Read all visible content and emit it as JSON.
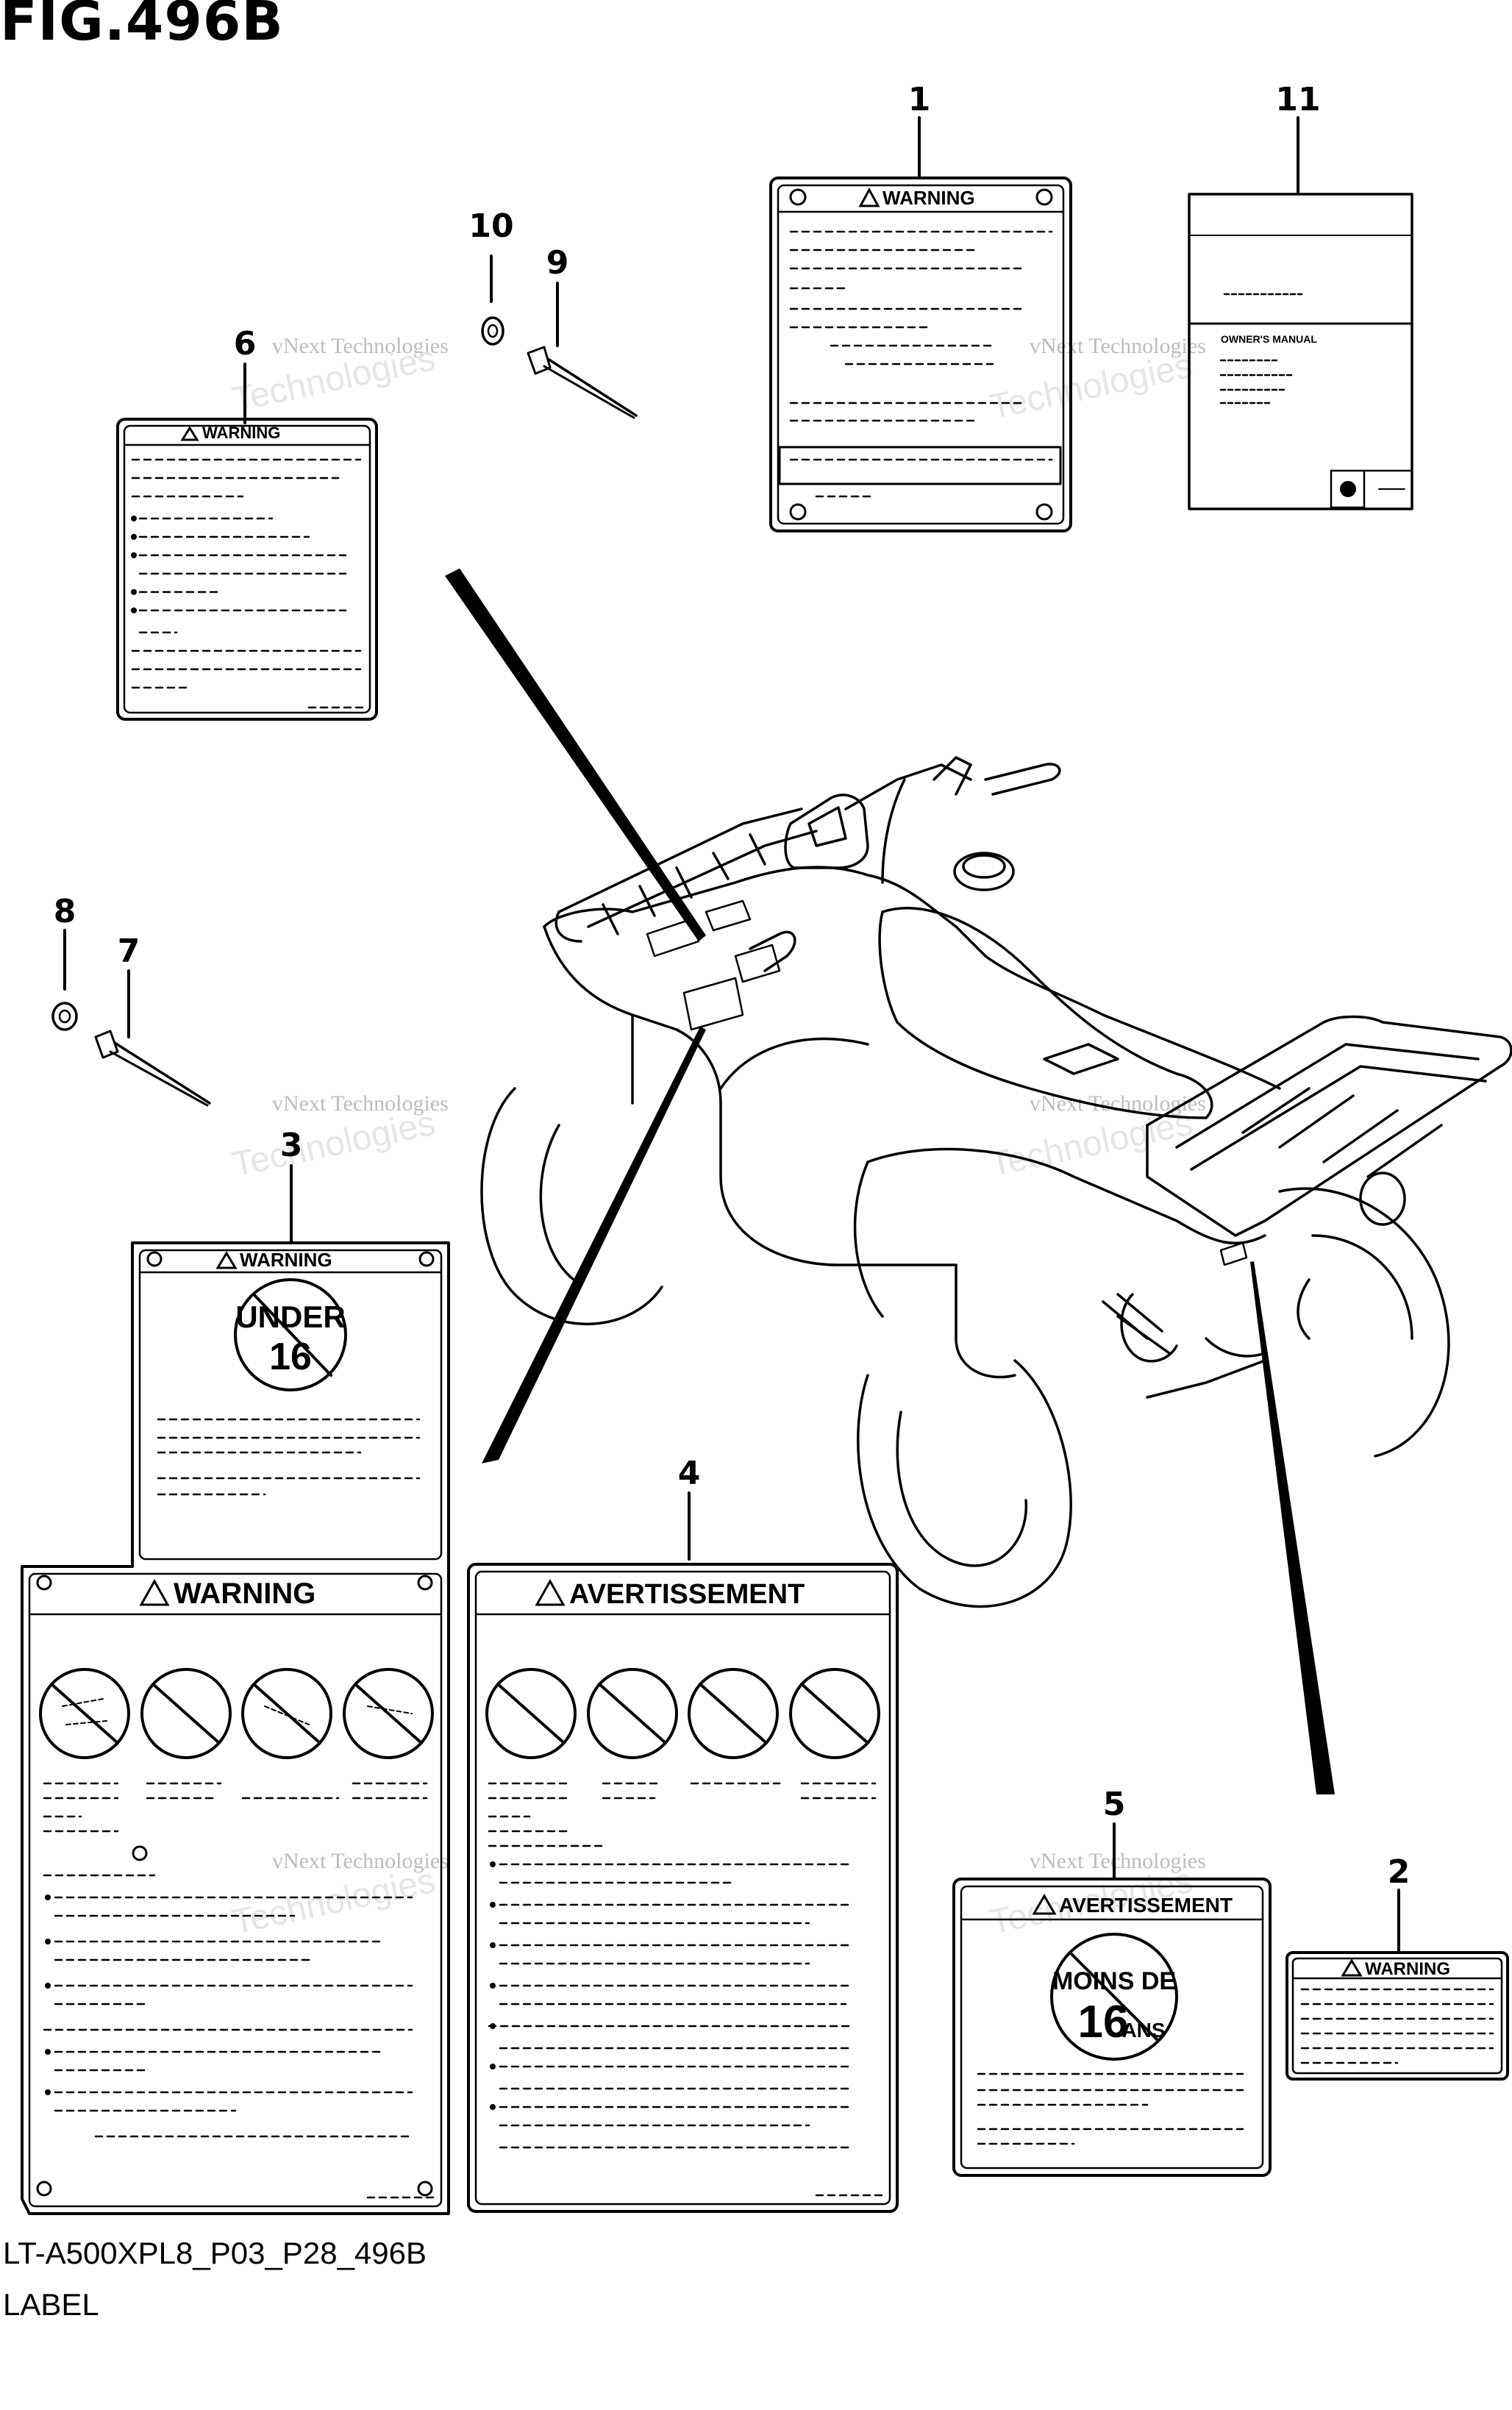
{
  "figure": {
    "title": "FIG.496B",
    "code": "LT-A500XPL8_P03_P28_496B",
    "section": "LABEL"
  },
  "callouts": [
    "1",
    "2",
    "3",
    "4",
    "5",
    "6",
    "7",
    "8",
    "9",
    "10",
    "11"
  ],
  "labels": {
    "warning": "WARNING",
    "warning_large": "WARNING",
    "avertissement": "AVERTISSEMENT",
    "under": "UNDER",
    "under_age": "16",
    "moins_de": "MOINS DE",
    "ans": "ANS",
    "moins_age": "16",
    "owners_manual": "OWNER'S MANUAL"
  },
  "watermark": {
    "line1": "vNext Technologies",
    "line2": "vNext",
    "line3": "Technologies"
  },
  "colors": {
    "ink": "#000000",
    "watermark": "#d9d9d9",
    "background": "#ffffff"
  }
}
